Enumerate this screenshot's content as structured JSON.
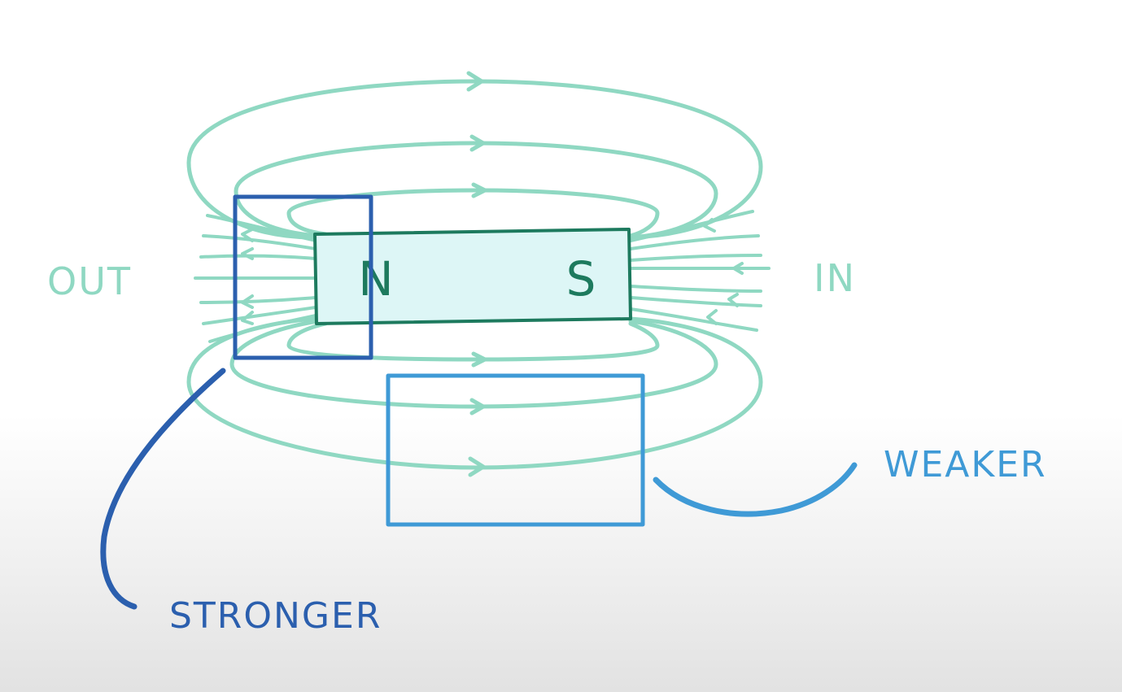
{
  "diagram": {
    "north_pole_label": "N",
    "south_pole_label": "S",
    "out_label": "OUT",
    "in_label": "IN",
    "stronger_label": "STRONGER",
    "weaker_label": "WEAKER",
    "colors": {
      "field_line": "#8fd8c2",
      "magnet_fill": "#ddf6f6",
      "magnet_outline": "#1d7a5e",
      "pole_text": "#1d7a5e",
      "field_text": "#8fd8c2",
      "stronger": "#2b5fae",
      "weaker": "#3f9ad6"
    }
  }
}
